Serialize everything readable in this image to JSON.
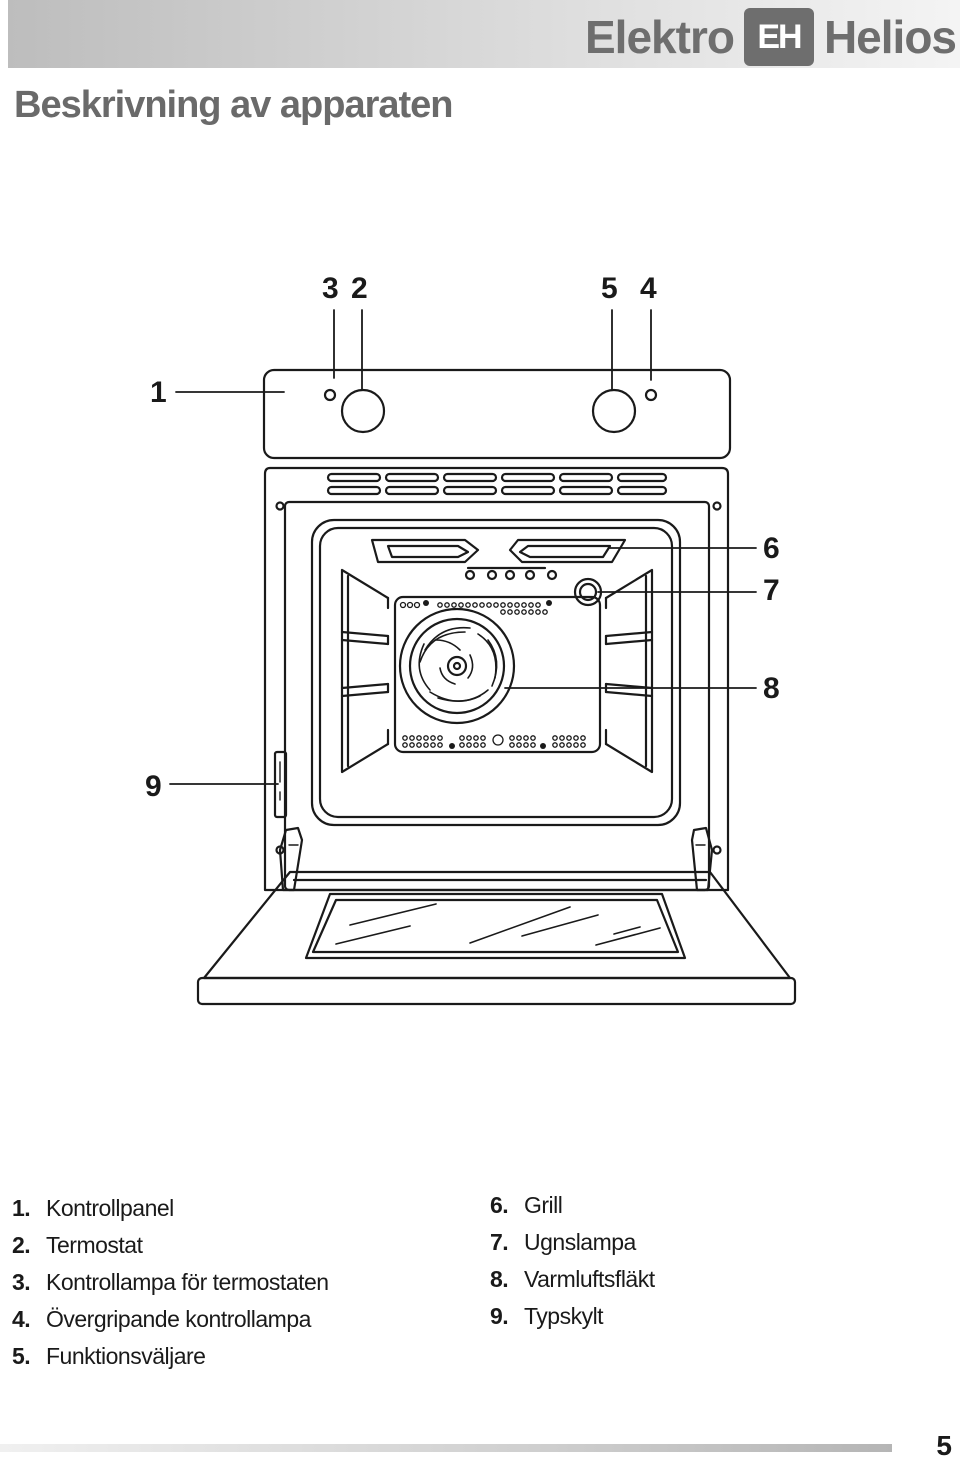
{
  "header": {
    "brand_left": "Elektro",
    "brand_logo": "EH",
    "brand_right": "Helios",
    "title": "Beskrivning av apparaten"
  },
  "diagram": {
    "callouts": [
      "1",
      "2",
      "3",
      "4",
      "5",
      "6",
      "7",
      "8",
      "9"
    ]
  },
  "legend": {
    "left": [
      {
        "num": "1.",
        "text": "Kontrollpanel"
      },
      {
        "num": "2.",
        "text": "Termostat"
      },
      {
        "num": "3.",
        "text": "Kontrollampa för termostaten"
      },
      {
        "num": "4.",
        "text": "Övergripande kontrollampa"
      },
      {
        "num": "5.",
        "text": "Funktionsväljare"
      }
    ],
    "right": [
      {
        "num": "6.",
        "text": "Grill"
      },
      {
        "num": "7.",
        "text": "Ugnslampa"
      },
      {
        "num": "8.",
        "text": "Varmluftsfläkt"
      },
      {
        "num": "9.",
        "text": "Typskylt"
      }
    ]
  },
  "footer": {
    "page_number": "5"
  },
  "colors": {
    "header_gray": "#6e6e6e",
    "title_gray": "#6a6a6a",
    "line": "#1a1a1a"
  }
}
